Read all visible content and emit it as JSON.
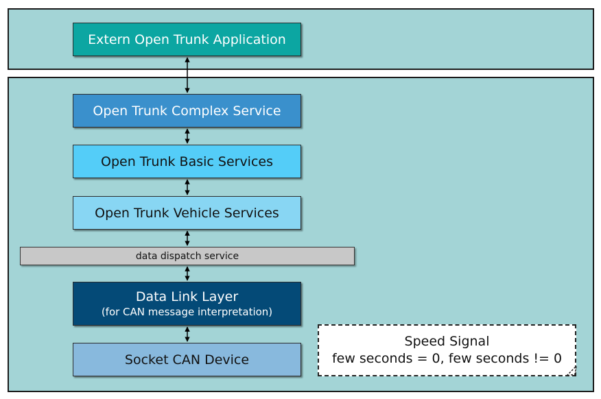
{
  "colors": {
    "panel_bg": "#a3d4d6",
    "extern_app": "#0ca6a2",
    "complex_service": "#3a90cc",
    "basic_services": "#54cdf8",
    "vehicle_services": "#88d6f3",
    "dispatch": "#c8c8c8",
    "data_link": "#044a77",
    "socket_can": "#88b9dd"
  },
  "top_panel": {
    "extern_app_label": "Extern Open Trunk Application"
  },
  "main_panel": {
    "complex_service_label": "Open Trunk Complex Service",
    "basic_services_label": "Open Trunk Basic Services",
    "vehicle_services_label": "Open Trunk Vehicle Services",
    "dispatch_label": "data dispatch service",
    "data_link_label": "Data Link Layer",
    "data_link_sub": "(for CAN message interpretation)",
    "socket_can_label": "Socket CAN Device"
  },
  "note": {
    "line1": "Speed Signal",
    "line2": "few seconds = 0, few seconds != 0"
  }
}
